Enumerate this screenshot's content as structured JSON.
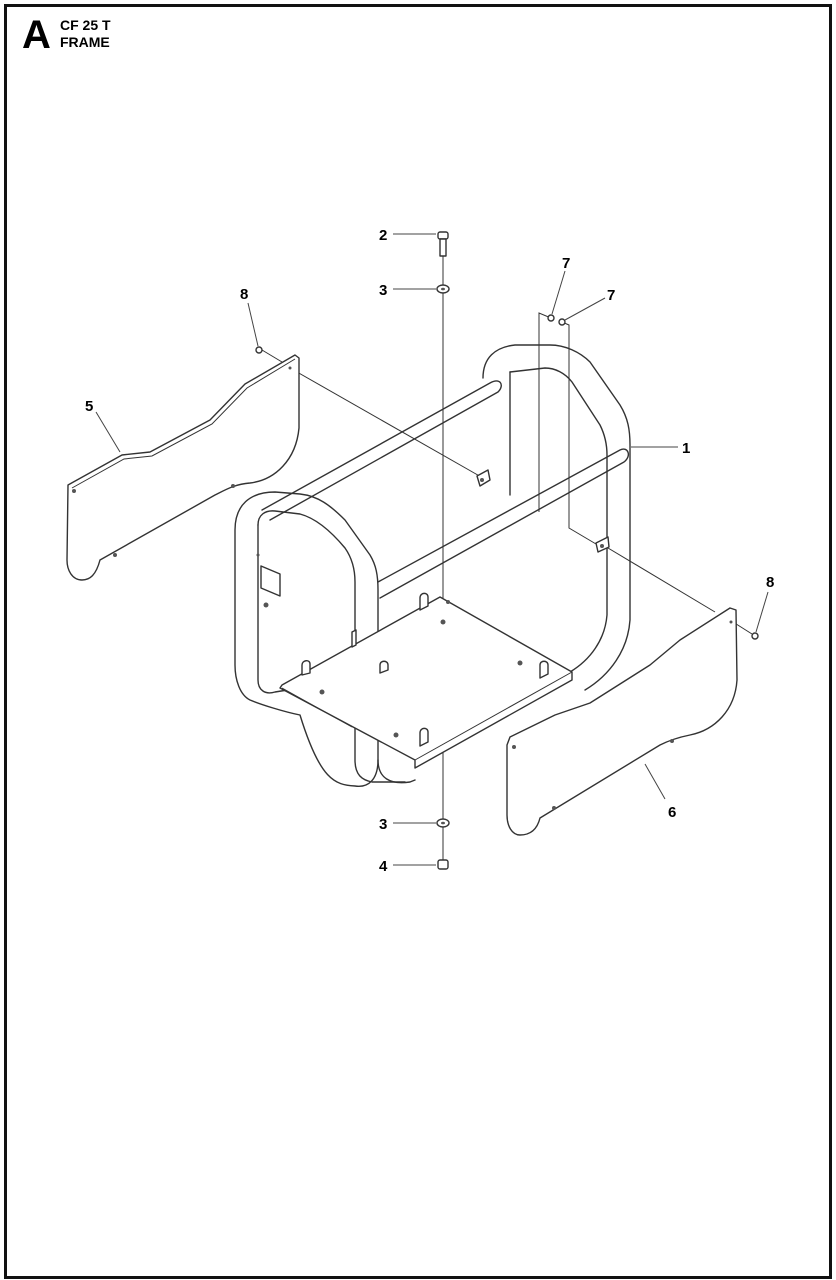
{
  "header": {
    "section_letter": "A",
    "model": "CF 25 T",
    "assembly": "FRAME"
  },
  "diagram": {
    "type": "exploded-parts-view",
    "callouts": [
      {
        "number": "1",
        "part": "frame"
      },
      {
        "number": "2",
        "part": "bolt"
      },
      {
        "number": "3",
        "part": "washer-top"
      },
      {
        "number": "3",
        "part": "washer-bottom"
      },
      {
        "number": "4",
        "part": "nut"
      },
      {
        "number": "5",
        "part": "side-panel-left"
      },
      {
        "number": "6",
        "part": "side-panel-right"
      },
      {
        "number": "7",
        "part": "nut-left"
      },
      {
        "number": "7",
        "part": "nut-right"
      },
      {
        "number": "8",
        "part": "screw-left"
      },
      {
        "number": "8",
        "part": "screw-right"
      }
    ]
  }
}
